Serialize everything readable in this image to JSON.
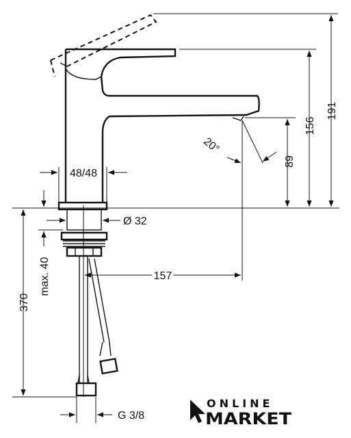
{
  "dimensions": {
    "height_overall": "191",
    "height_spout": "156",
    "height_outlet": "89",
    "base_width": "48/48",
    "hole_diameter": "Ø 32",
    "max_thickness": "max. 40",
    "hose_length": "370",
    "projection": "157",
    "connection": "G 3/8",
    "angle": "20°"
  },
  "logo": {
    "line1": "ONLINE",
    "line2": "MARKET"
  },
  "colors": {
    "ink": "#111111",
    "background": "#ffffff"
  }
}
